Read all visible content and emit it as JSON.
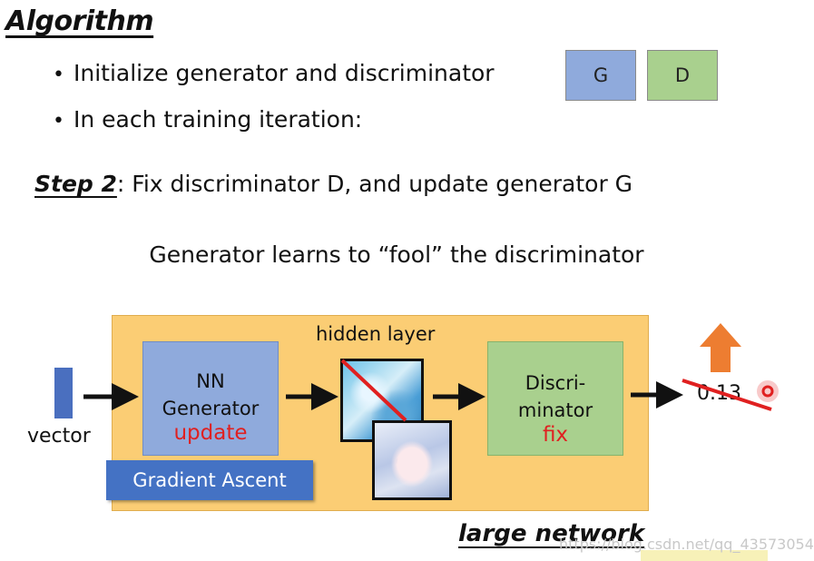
{
  "heading": "Algorithm",
  "bullets": [
    "Initialize generator and discriminator",
    "In each training iteration:"
  ],
  "models": {
    "g_label": "G",
    "d_label": "D",
    "g_color": "#8faadc",
    "d_color": "#a9d08e"
  },
  "step": {
    "label": "Step 2",
    "text": ": Fix discriminator D, and update generator G"
  },
  "subtitle": "Generator learns to “fool” the discriminator",
  "diagram": {
    "vector_label": "vector",
    "generator": {
      "line1": "NN",
      "line2": "Generator",
      "status": "update"
    },
    "gradient_ascent": "Gradient Ascent",
    "hidden_layer": "hidden layer",
    "discriminator": {
      "line1": "Discri-",
      "line2": "minator",
      "status": "fix"
    },
    "score": "0.13",
    "panel_color": "#fbcd74",
    "arrow_up_color": "#ed7d31",
    "strike_color": "#e02020"
  },
  "footer": "large network",
  "watermark": "https://blog.csdn.net/qq_43573054"
}
